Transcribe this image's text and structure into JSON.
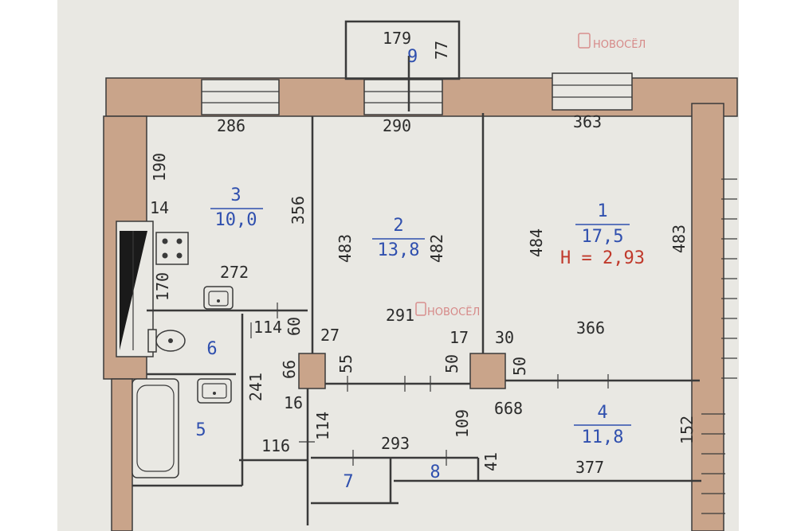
{
  "watermark": {
    "brand": "НОВОСЁЛ"
  },
  "rooms": [
    {
      "id": "room-1",
      "number": "1",
      "area": "17,5"
    },
    {
      "id": "room-2",
      "number": "2",
      "area": "13,8"
    },
    {
      "id": "room-3",
      "number": "3",
      "area": "10,0"
    },
    {
      "id": "room-4",
      "number": "4",
      "area": "11,8"
    },
    {
      "id": "room-5",
      "number": "5"
    },
    {
      "id": "room-6",
      "number": "6"
    },
    {
      "id": "room-7",
      "number": "7"
    },
    {
      "id": "room-8",
      "number": "8"
    },
    {
      "id": "room-9",
      "number": "9"
    }
  ],
  "ceiling_height": "Н = 2,93",
  "dimensions": {
    "balcony_width": "179",
    "balcony_depth": "77",
    "room3_width": "286",
    "room2_width": "290",
    "room1_width": "363",
    "room3_left_upper": "190",
    "room3_left_mid": "14",
    "room3_left_lower": "170",
    "room3_right": "356",
    "kitchen_front": "272",
    "room2_left": "483",
    "room2_right": "482",
    "room1_left": "484",
    "room1_right": "483",
    "room2_bottom": "291",
    "room1_bottom": "366",
    "wc_top": "114",
    "wc_top2": "60",
    "pillar_a": "27",
    "pillar_b": "17",
    "pillar_c": "30",
    "pillar_h1": "66",
    "pillar_h2": "55",
    "pillar_h3": "50",
    "pillar_h4": "50",
    "bath_height": "241",
    "small_16": "16",
    "corridor_114": "114",
    "corridor_109": "109",
    "corridor_668": "668",
    "corridor_152": "152",
    "corridor_116": "116",
    "closet_293": "293",
    "closet_41": "41",
    "corridor_377": "377"
  }
}
